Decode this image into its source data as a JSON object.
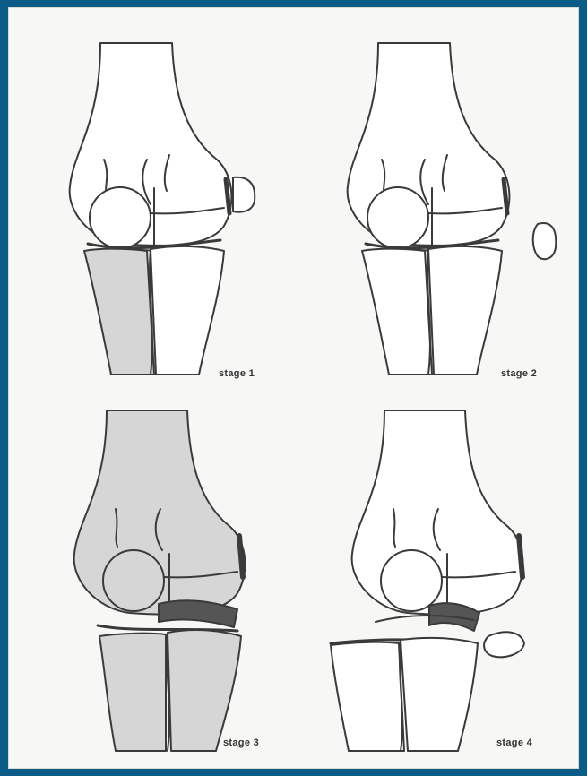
{
  "figure": {
    "background": "#0b5c86",
    "paper": "#f7f7f5",
    "ink": "#3a3a3a",
    "stages": [
      {
        "label": "stage 1",
        "shade": "#d6d6d6"
      },
      {
        "label": "stage 2",
        "shade": "#ffffff"
      },
      {
        "label": "stage 3",
        "shade": "#d6d6d6"
      },
      {
        "label": "stage 4",
        "shade": "#ffffff"
      }
    ]
  }
}
